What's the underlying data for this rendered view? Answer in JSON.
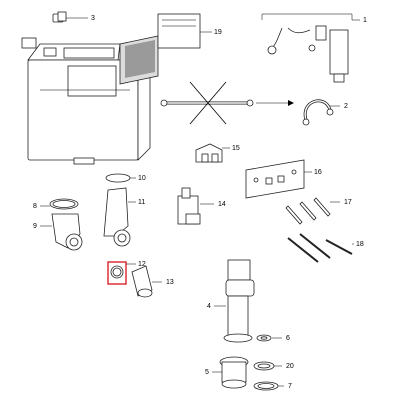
{
  "diagram": {
    "accent_color": "#d9242b",
    "highlighted_part": "12",
    "callouts": [
      "1",
      "2",
      "3",
      "4",
      "5",
      "6",
      "7",
      "8",
      "9",
      "10",
      "11",
      "12",
      "13",
      "14",
      "15",
      "16",
      "17",
      "18",
      "19",
      "20"
    ]
  }
}
